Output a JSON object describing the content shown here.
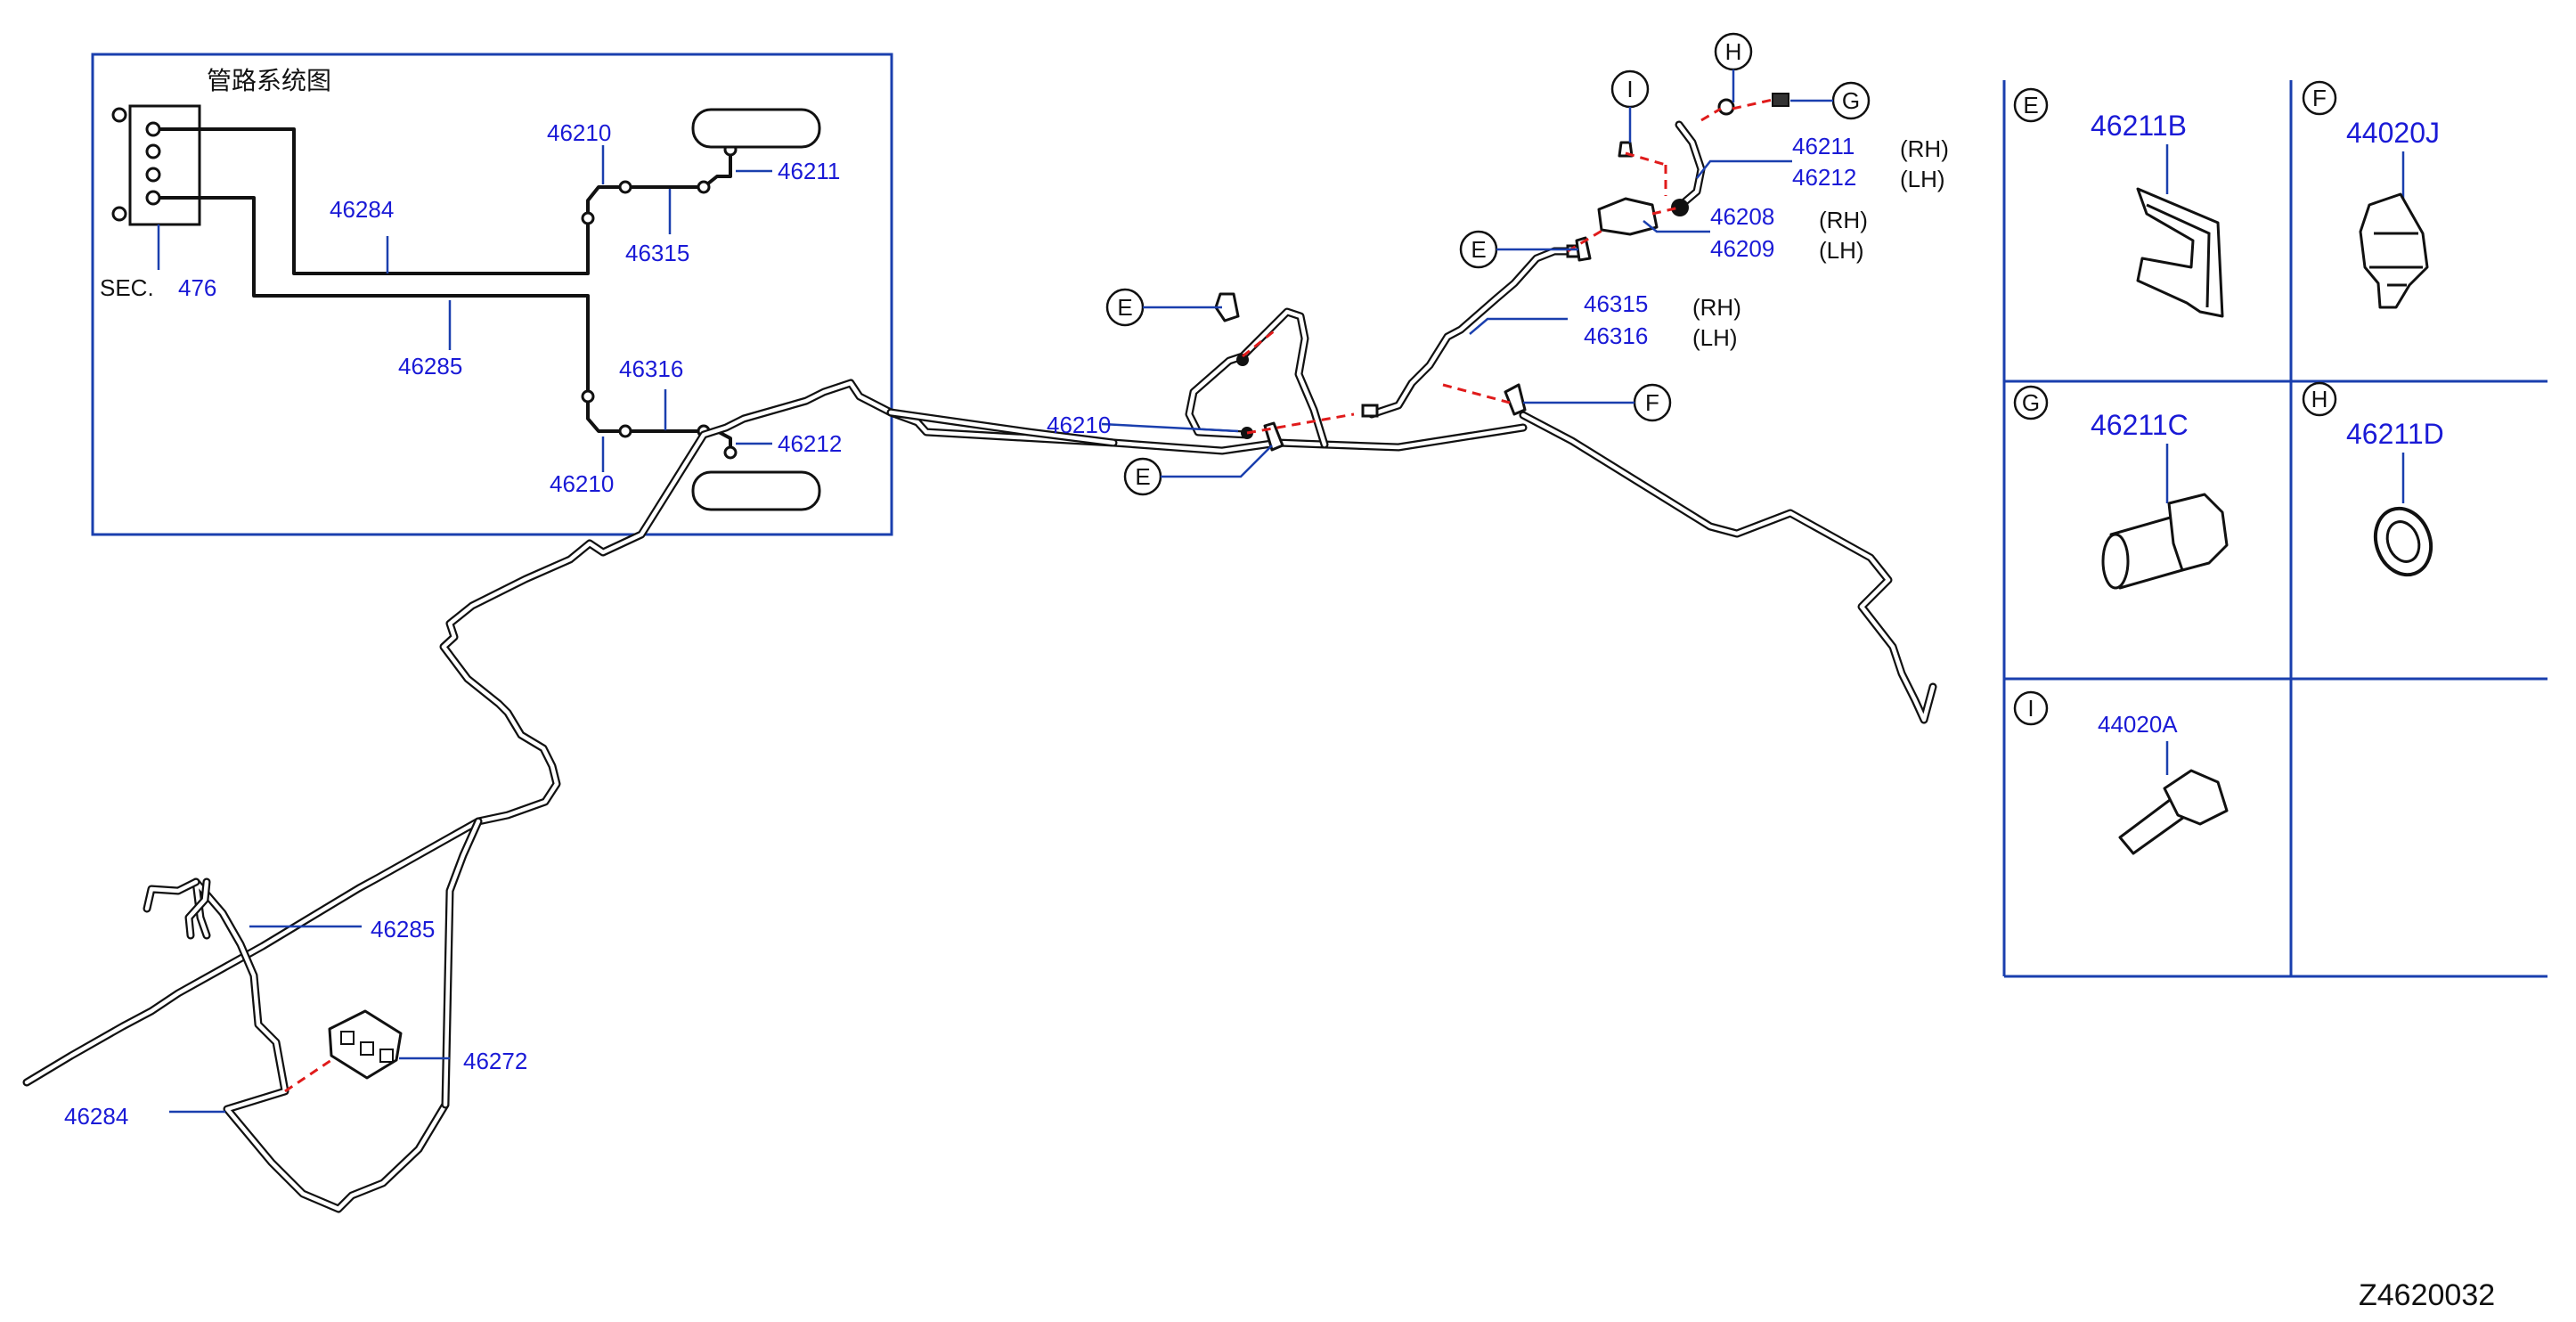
{
  "diagram": {
    "inset": {
      "title": "管路系统图",
      "sec_prefix": "SEC.",
      "sec_number": "476",
      "labels": {
        "p46284": "46284",
        "p46285": "46285",
        "p46210_top": "46210",
        "p46315": "46315",
        "p46211": "46211",
        "p46316": "46316",
        "p46212": "46212",
        "p46210_bot": "46210"
      }
    },
    "main": {
      "labels": {
        "p46211": "46211",
        "p46212": "46212",
        "p46208": "46208",
        "p46209": "46209",
        "p46315": "46315",
        "p46316": "46316",
        "p46210": "46210",
        "p46285": "46285",
        "p46272": "46272",
        "p46284": "46284"
      },
      "suffix_rh": "(RH)",
      "suffix_lh": "(LH)",
      "callouts": {
        "I": "I",
        "H": "H",
        "G": "G",
        "E": "E",
        "F": "F"
      }
    },
    "parts_table": {
      "cells": [
        {
          "ref": "E",
          "part": "46211B"
        },
        {
          "ref": "F",
          "part": "44020J"
        },
        {
          "ref": "G",
          "part": "46211C"
        },
        {
          "ref": "H",
          "part": "46211D"
        },
        {
          "ref": "I",
          "part": "44020A"
        }
      ]
    },
    "drawing_code": "Z4620032"
  }
}
